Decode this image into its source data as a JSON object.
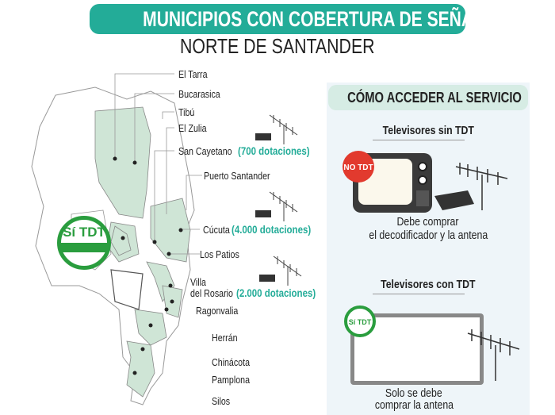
{
  "header": {
    "title": "MUNICIPIOS CON COBERTURA DE SEÑAL TDT",
    "subtitle": "NORTE DE SANTANDER"
  },
  "map": {
    "municipalities": [
      {
        "name": "El Tarra"
      },
      {
        "name": "Bucarasica"
      },
      {
        "name": "Tibú"
      },
      {
        "name": "El Zulia"
      },
      {
        "name": "San Cayetano",
        "dotaciones": "(700 dotaciones)"
      },
      {
        "name": "Puerto Santander"
      },
      {
        "name": "Cúcuta",
        "dotaciones": "(4.000 dotaciones)"
      },
      {
        "name": "Los Patios"
      },
      {
        "name": "Villa",
        "name2": "del Rosario",
        "dotaciones": "(2.000 dotaciones)"
      },
      {
        "name": "Ragonvalia"
      },
      {
        "name": "Herrán"
      },
      {
        "name": "Chinácota"
      },
      {
        "name": "Pamplona"
      },
      {
        "name": "Silos"
      }
    ],
    "seal_logo": "Sí TDT"
  },
  "panel": {
    "title": "CÓMO ACCEDER AL SERVICIO",
    "section1": {
      "title": "Televisores sin TDT",
      "caption1": "Debe comprar",
      "caption2": "el decodificador y la antena",
      "badge": "NO TDT"
    },
    "section2": {
      "title": "Televisores con TDT",
      "caption1": "Solo se debe",
      "caption2": "comprar la antena",
      "badge": "Sí TDT"
    }
  },
  "colors": {
    "accent": "#23ac98",
    "map_fill": "#cfe5d6",
    "panel_bg": "#eef5f9"
  }
}
